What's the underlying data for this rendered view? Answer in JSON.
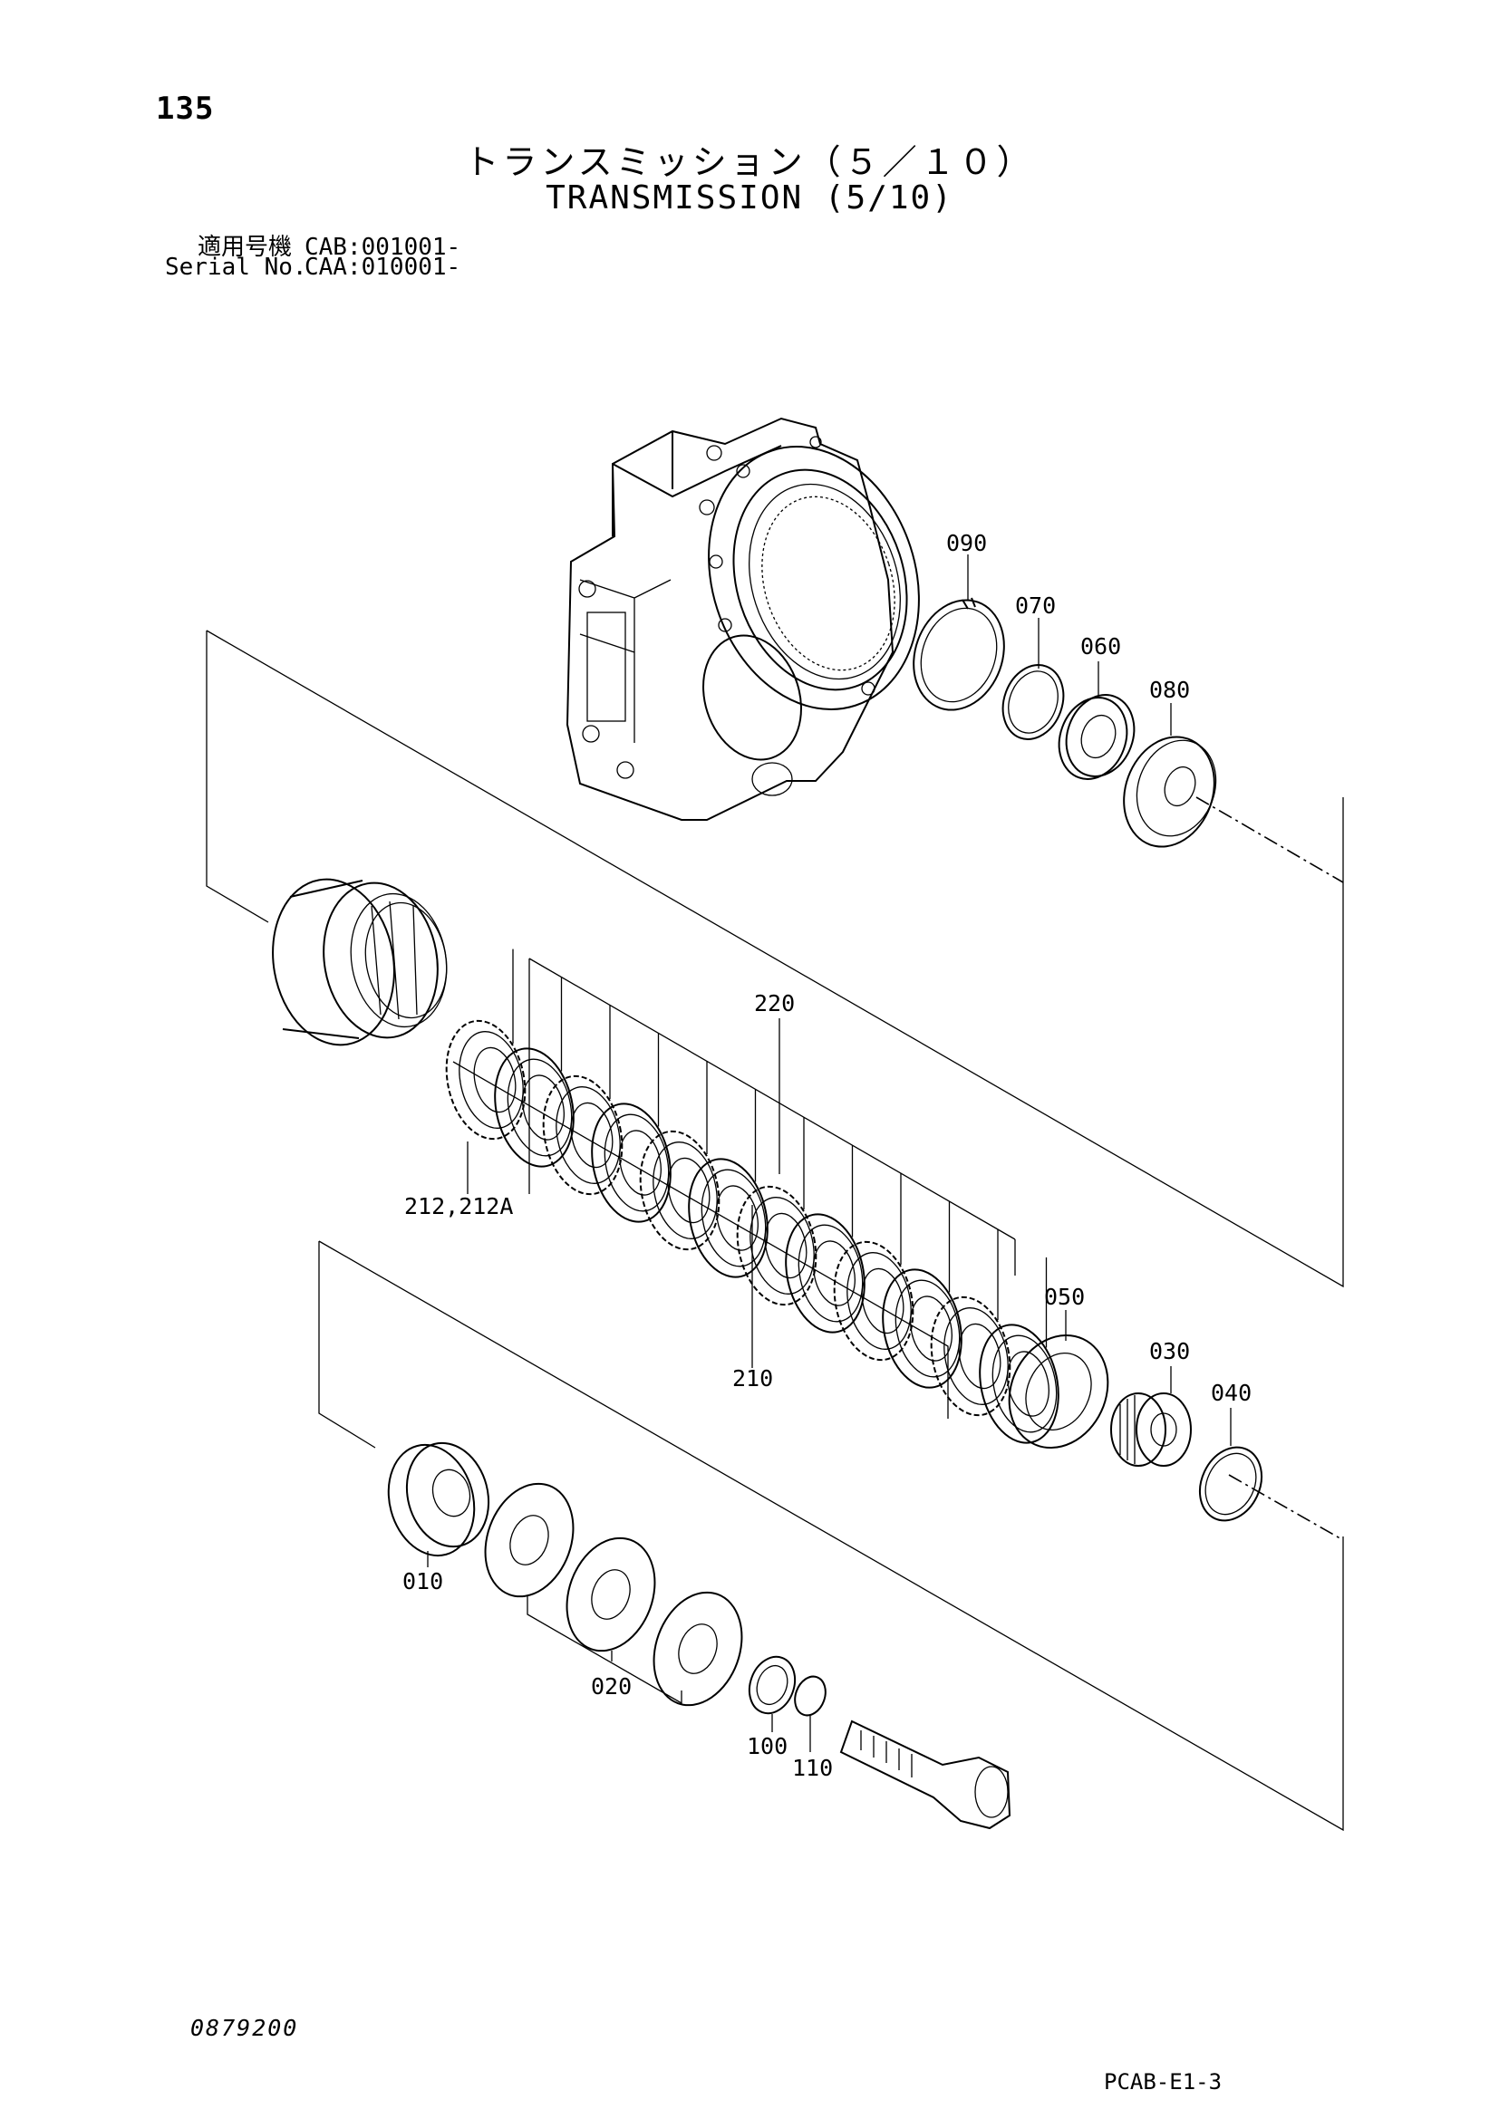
{
  "header": {
    "page_number": "135",
    "title_jp": "トランスミッション（５／１０）",
    "title_en": "TRANSMISSION (5/10)",
    "serial_rows": [
      {
        "label": "適用号機",
        "value": "CAB:001001-"
      },
      {
        "label": "Serial No.",
        "value": "CAA:010001-"
      }
    ]
  },
  "callouts": {
    "c090": "090",
    "c070": "070",
    "c060": "060",
    "c080": "080",
    "c220": "220",
    "c212": "212,212A",
    "c210": "210",
    "c050": "050",
    "c030": "030",
    "c040": "040",
    "c010": "010",
    "c020": "020",
    "c100": "100",
    "c110": "110"
  },
  "footer": {
    "left_code": "0879200",
    "right_code": "PCAB-E1-3"
  }
}
